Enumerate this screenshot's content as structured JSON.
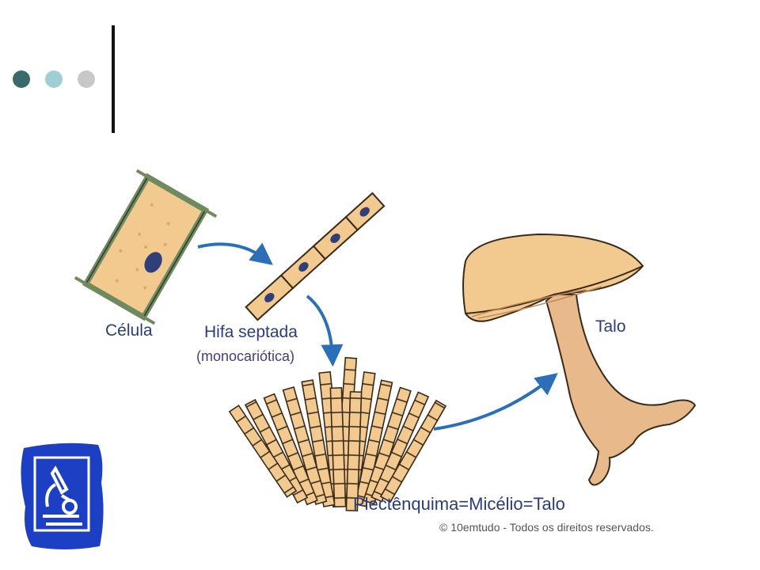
{
  "header": {
    "dots": [
      {
        "name": "dark-teal-dot",
        "color": "#3a6b6b"
      },
      {
        "name": "light-teal-dot",
        "color": "#9fcfd3"
      },
      {
        "name": "gray-dot",
        "color": "#c8c8c8"
      }
    ]
  },
  "diagram": {
    "labels": {
      "cell": "Célula",
      "hypha": "Hifa septada",
      "hypha_sub": "(monocariótica)",
      "thallus": "Talo",
      "plectenchyma": "Plectênquima=Micélio=Talo"
    },
    "copyright": "© 10emtudo - Todos os direitos reservados.",
    "colors": {
      "arrow": "#2a6fb8",
      "tissue": "#f2c98e",
      "wall": "#6f8a5f",
      "nucleus": "#2e3f7a",
      "mushroom": "#e8b98a",
      "outline": "#3a2a1a",
      "logo_blue": "#1d3fc4"
    }
  }
}
